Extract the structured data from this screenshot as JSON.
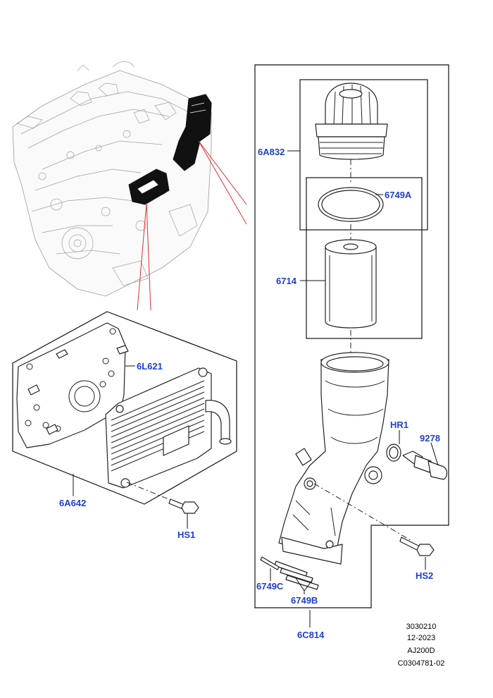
{
  "parts": {
    "p6A832": "6A832",
    "p6749A": "6749A",
    "p6714": "6714",
    "p6L621": "6L621",
    "p6A642": "6A642",
    "pHS1": "HS1",
    "pHR1": "HR1",
    "p9278": "9278",
    "pHS2": "HS2",
    "p6749C": "6749C",
    "p6749B": "6749B",
    "p6C814": "6C814"
  },
  "info": {
    "line1": "3030210",
    "line2": "12-2023",
    "line3": "AJ200D",
    "line4": "C0304781-02"
  },
  "colors": {
    "label": "#1f3fd0",
    "highlight_line": "#e23030",
    "line": "#111111"
  }
}
